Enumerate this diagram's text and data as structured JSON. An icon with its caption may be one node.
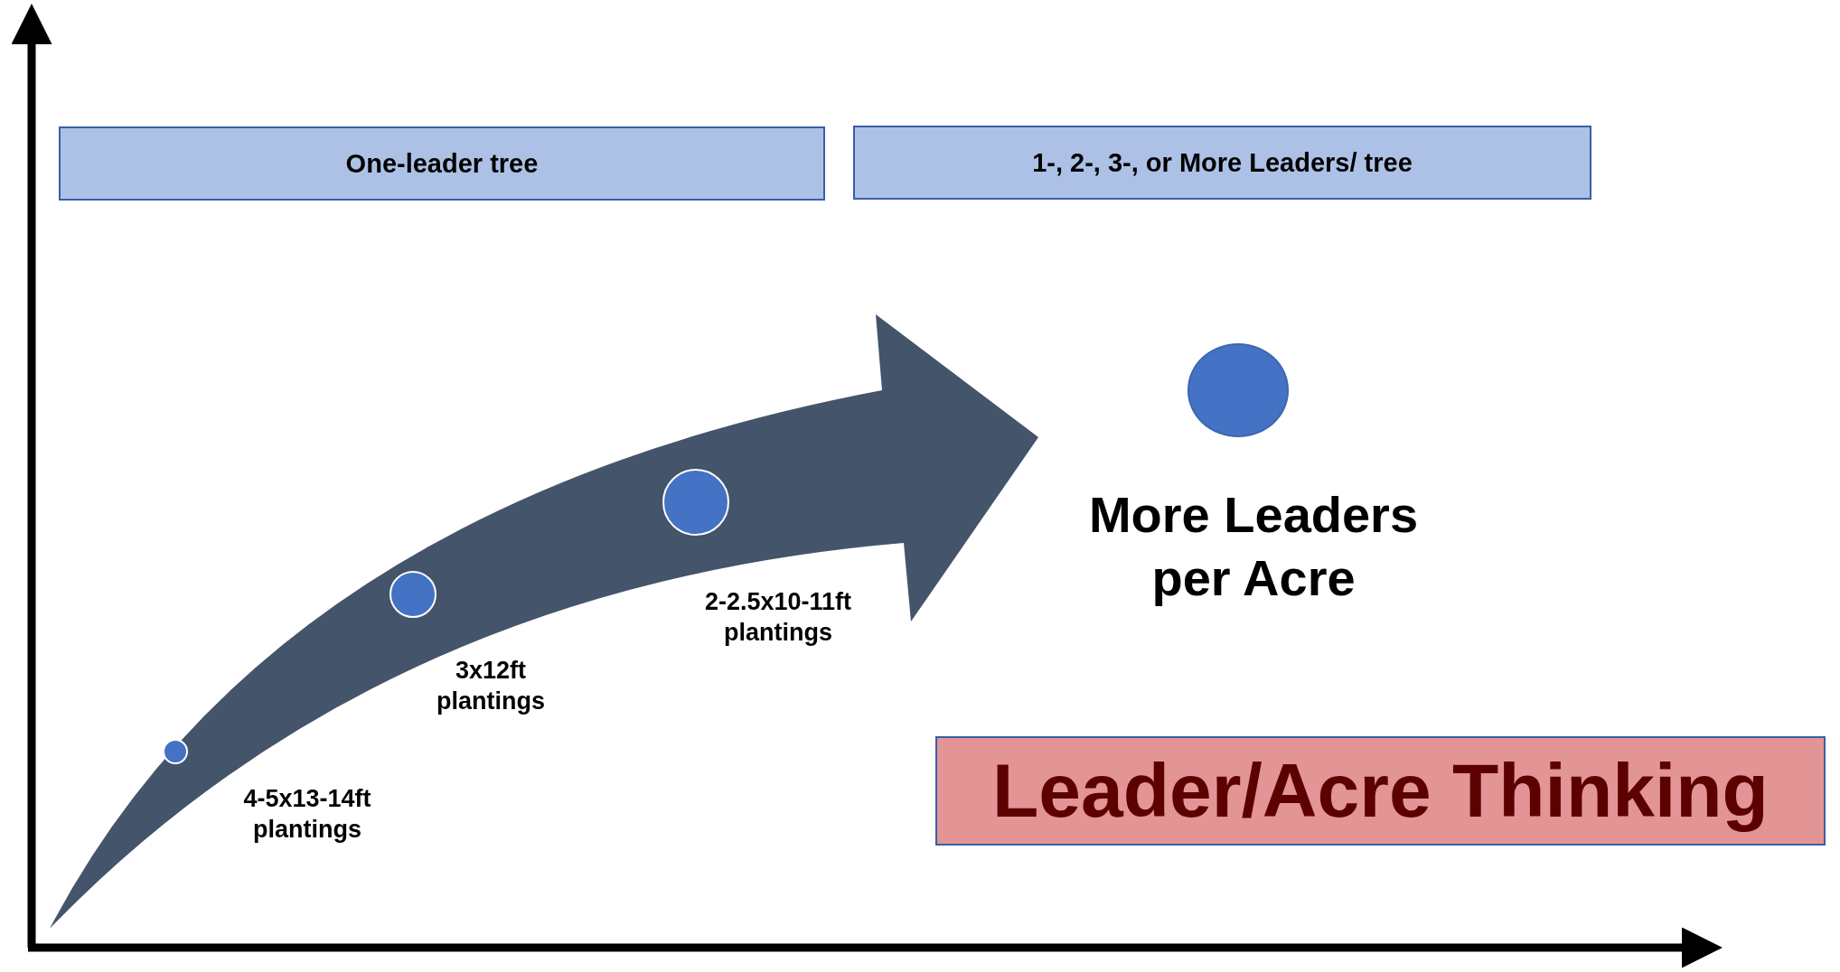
{
  "diagram": {
    "nodes": [
      {
        "text": [
          "One-leader tree"
        ]
      },
      {
        "text": [
          "1-, 2-, 3-, or More Leaders/ tree"
        ]
      },
      {
        "text": [],
        "shape": "circle",
        "beside": [
          "4-5x13-14ft plantings"
        ]
      },
      {
        "text": [],
        "shape": "circle",
        "beside": [
          "3x12ft plantings"
        ]
      },
      {
        "text": [],
        "shape": "circle",
        "beside": [
          "2-2.5x10-11ft plantings"
        ]
      },
      {
        "text": [],
        "shape": "circle",
        "beside": [
          "More Leaders per Acre"
        ]
      },
      {
        "text": [
          "Leader/Acre Thinking"
        ]
      }
    ]
  }
}
